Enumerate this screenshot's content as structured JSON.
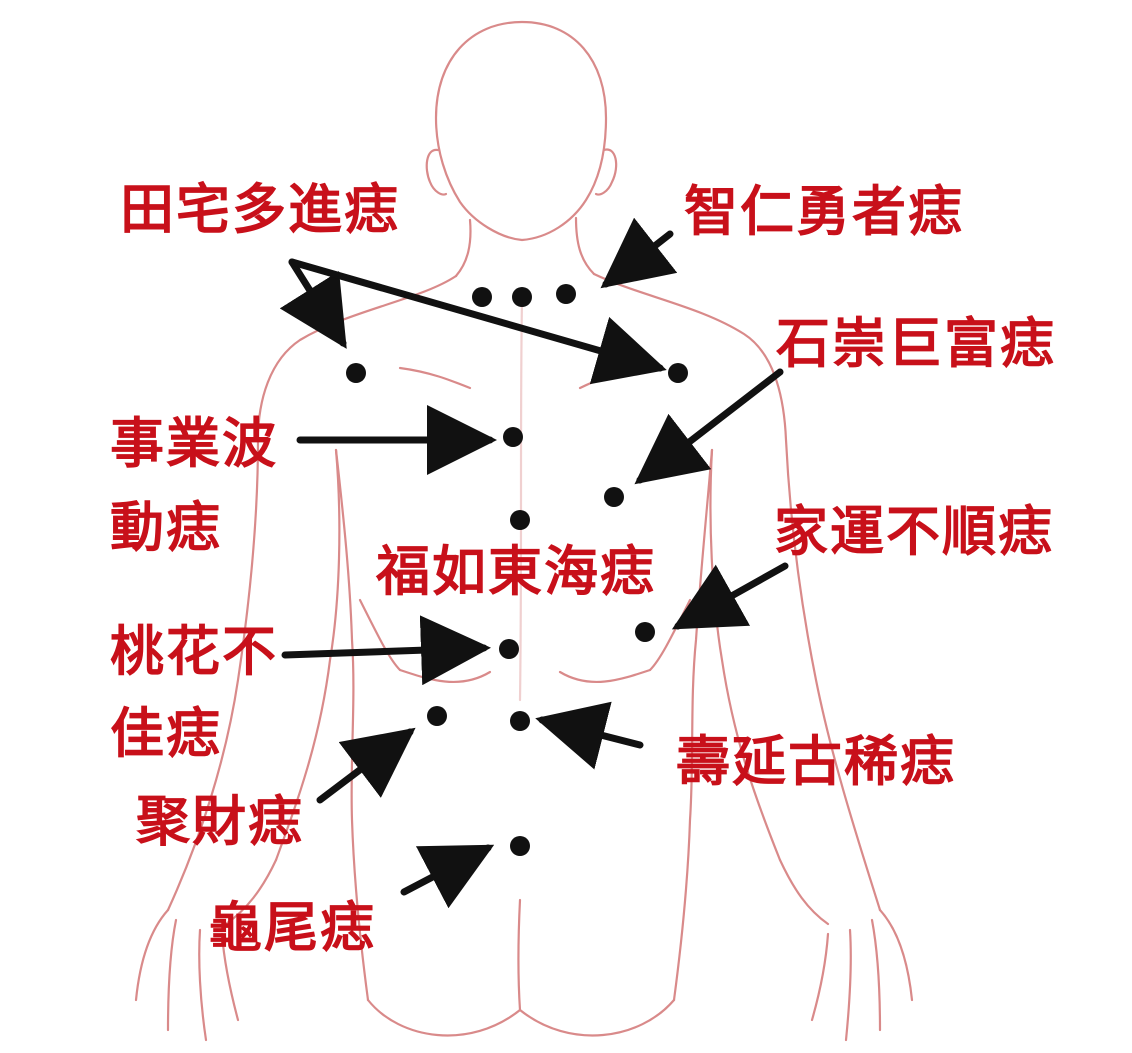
{
  "colors": {
    "label": "#c8101a",
    "outline": "#d98a8a",
    "mole": "#111111",
    "arrow": "#111111"
  },
  "labels": {
    "tianzhai": "田宅多進痣",
    "zhiren": "智仁勇者痣",
    "shichong": "石崇巨富痣",
    "shiye_1": "事業波",
    "shiye_2": "動痣",
    "furu": "福如東海痣",
    "jiayun": "家運不順痣",
    "taohua_1": "桃花不",
    "taohua_2": "佳痣",
    "shouyan": "壽延古稀痣",
    "jucai": "聚財痣",
    "guiwei": "龜尾痣"
  }
}
